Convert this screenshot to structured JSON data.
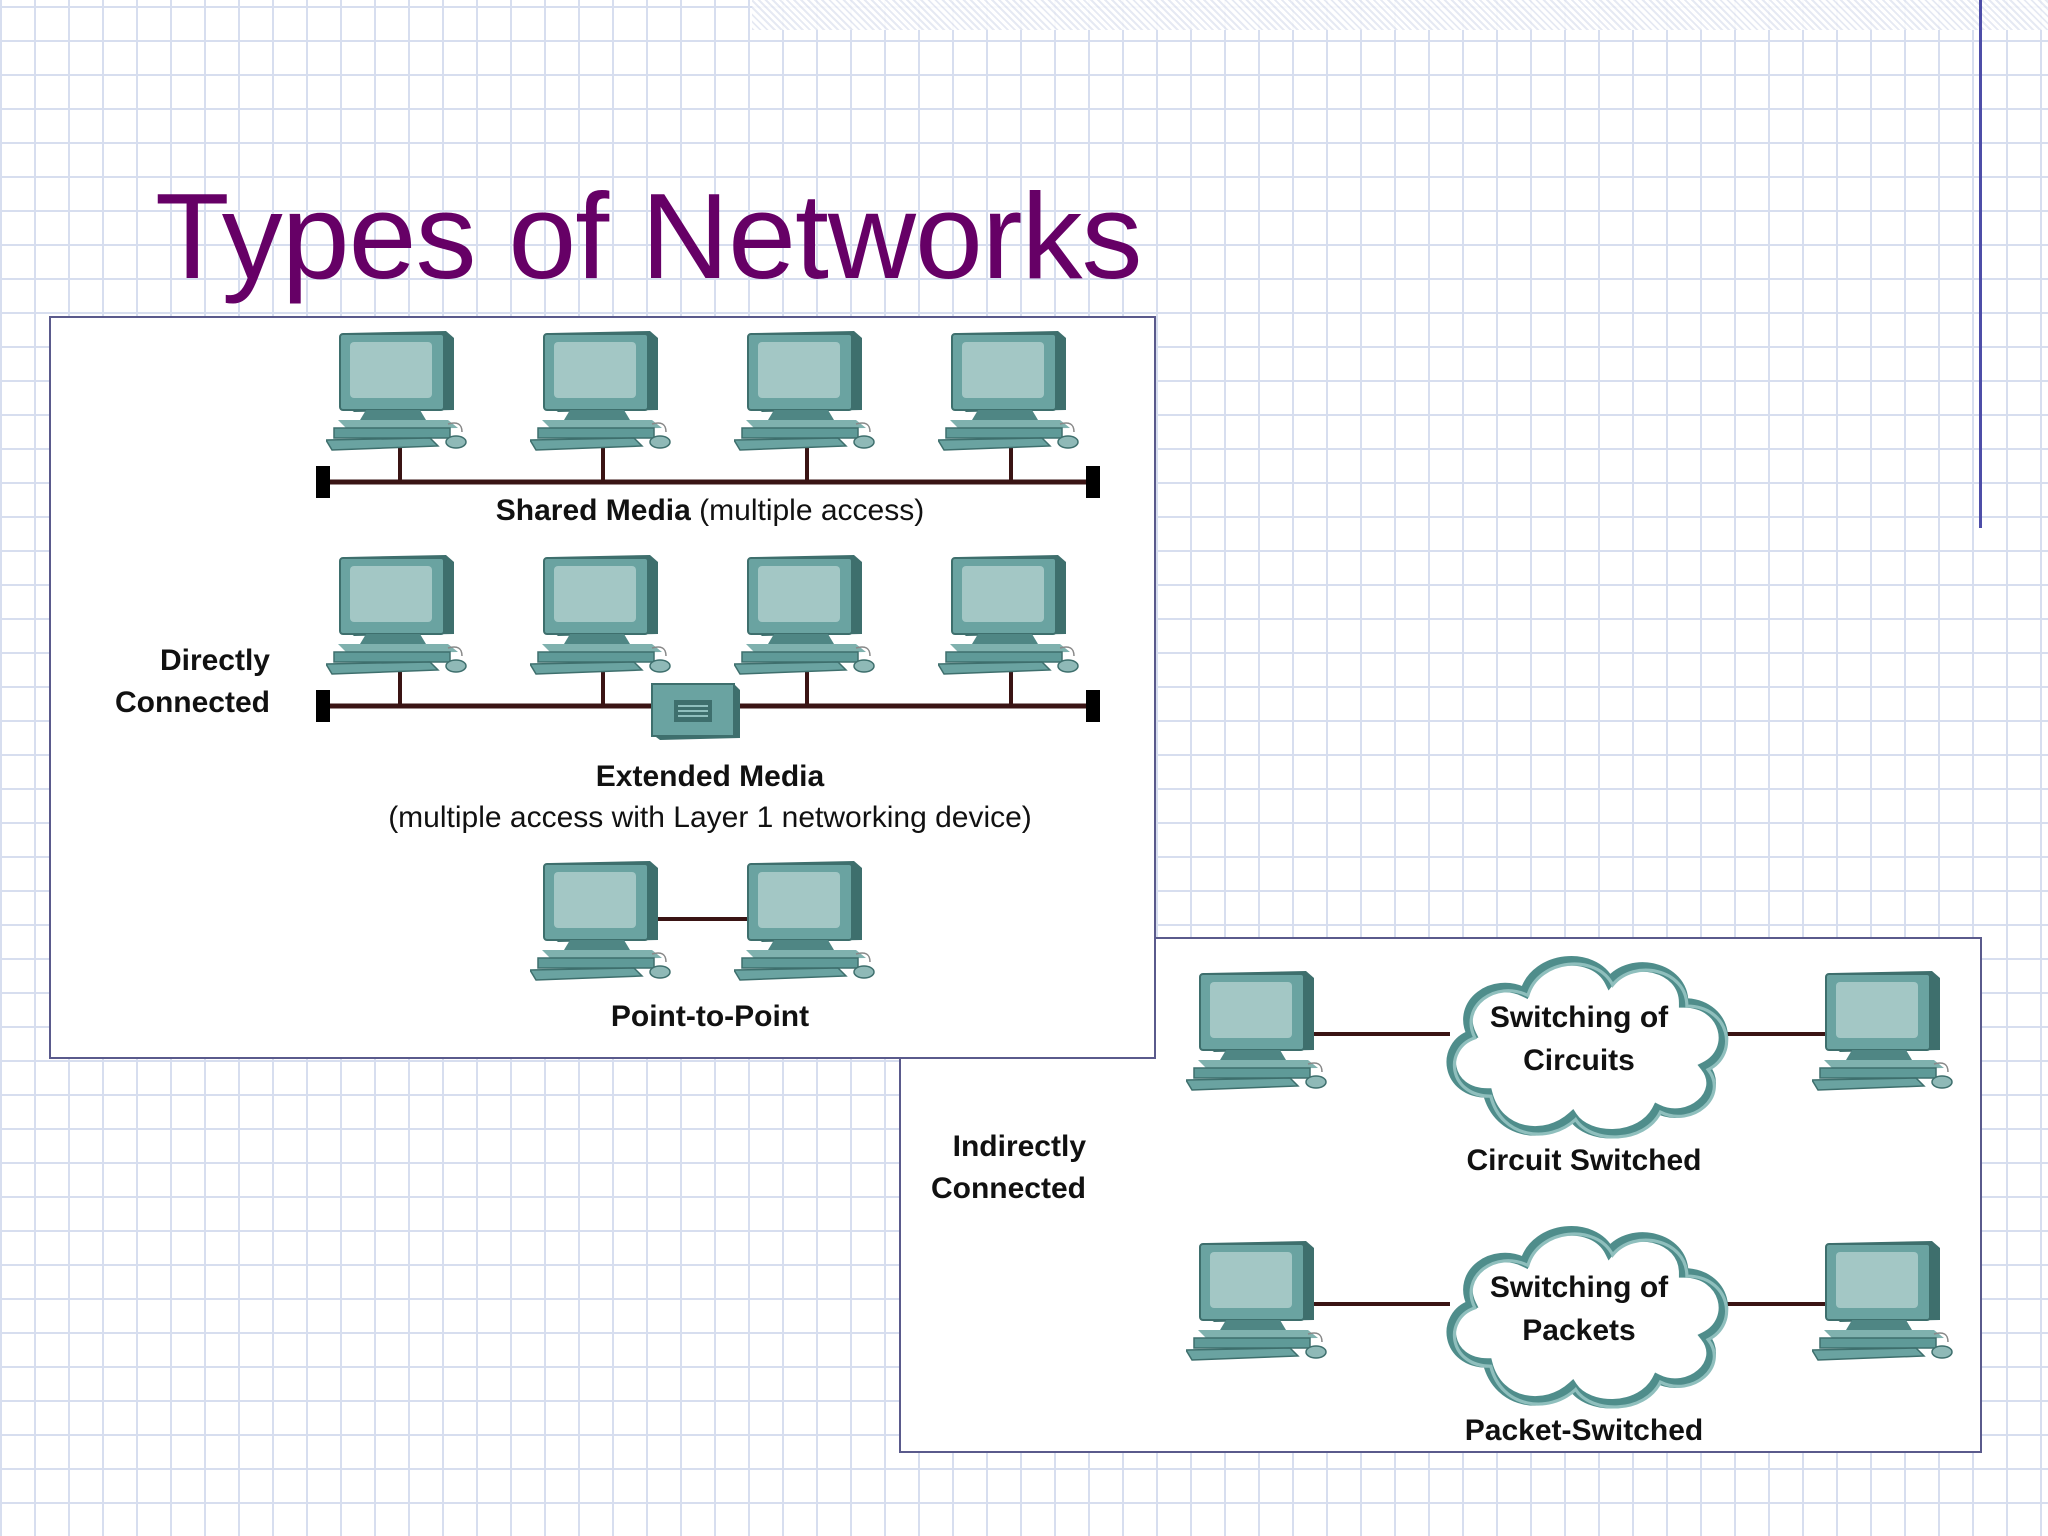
{
  "slide": {
    "title": "Types of Networks"
  },
  "directly_connected": {
    "group_label_line1": "Directly",
    "group_label_line2": "Connected",
    "shared_media": {
      "label_bold": "Shared Media",
      "label_rest": "(multiple access)"
    },
    "extended_media": {
      "label_line1": "Extended Media",
      "label_line2": "(multiple access with Layer 1 networking device)"
    },
    "point_to_point": {
      "label": "Point-to-Point"
    }
  },
  "indirectly_connected": {
    "group_label_line1": "Indirectly",
    "group_label_line2": "Connected",
    "circuit_switched": {
      "cloud_line1": "Switching of",
      "cloud_line2": "Circuits",
      "label": "Circuit Switched"
    },
    "packet_switched": {
      "cloud_line1": "Switching of",
      "cloud_line2": "Packets",
      "label": "Packet-Switched"
    }
  },
  "colors": {
    "title": "#660066",
    "computer_body": "#5f9a98",
    "computer_screen": "#9fc4c2",
    "cable": "#3a1414",
    "cloud_fill": "#ffffff",
    "cloud_edge": "#4f8d8b"
  },
  "icons": [
    "computer-icon",
    "hub-icon",
    "cloud-icon"
  ]
}
